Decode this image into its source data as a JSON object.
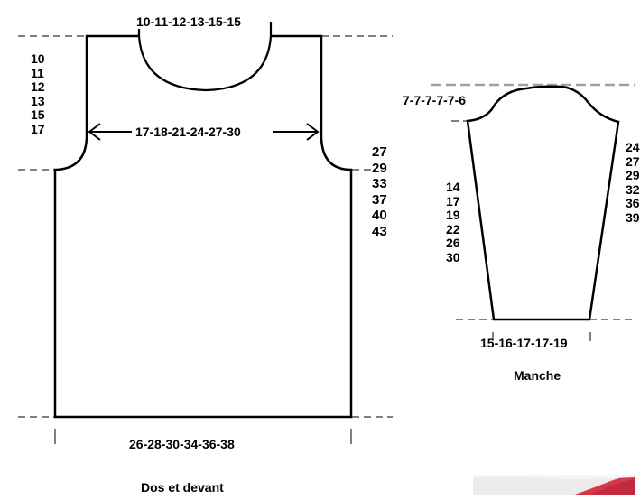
{
  "body": {
    "neck_widths": "10-11-12-13-15-15",
    "shoulder_heights": [
      "10",
      "11",
      "12",
      "13",
      "15",
      "17"
    ],
    "chest_widths": "17-18-21-24-27-30",
    "armhole_heights": [
      "27",
      "29",
      "33",
      "37",
      "40",
      "43"
    ],
    "bottom_widths": "26-28-30-34-36-38",
    "caption": "Dos et devant"
  },
  "sleeve": {
    "cap_heights": "7-7-7-7-7-6",
    "length_values": [
      "14",
      "17",
      "19",
      "22",
      "26",
      "30"
    ],
    "partial_right_values": [
      "24",
      "27",
      "29",
      "32",
      "36",
      "39"
    ],
    "cuff_widths": "15-16-17-17-19",
    "caption": "Manche"
  },
  "colors": {
    "line": "#000000",
    "guide_dashed_gray": "#a0a0a0",
    "photo_red": "#d9364a"
  }
}
